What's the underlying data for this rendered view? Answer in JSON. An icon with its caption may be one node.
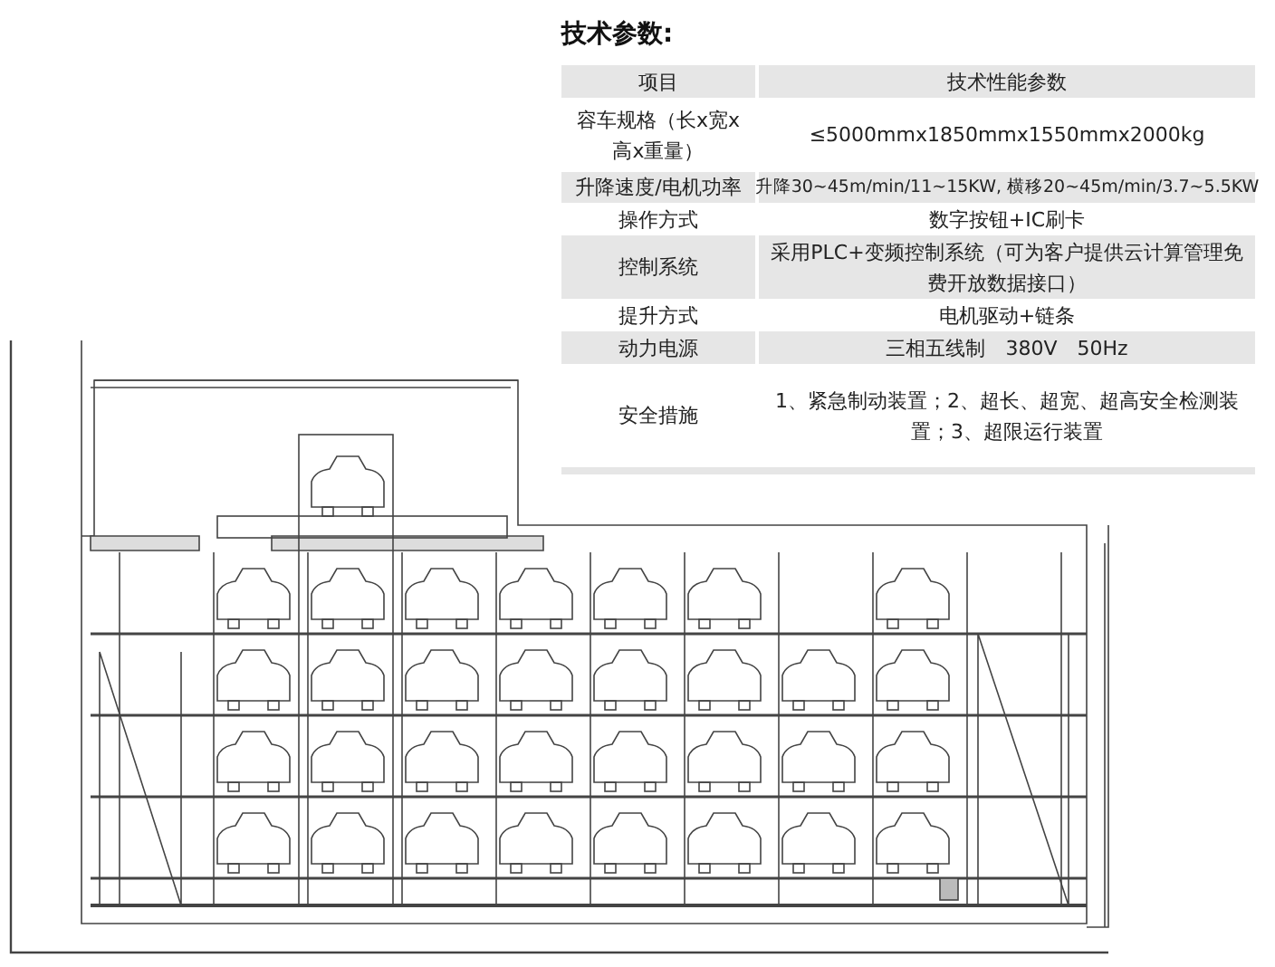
{
  "diagram": {
    "title": "技术参数:",
    "labels": [
      "项目",
      "技术性能参数",
      "容车规格（长x宽x高x重量）",
      "≤5000mmx1850mmx1550mmx2000kg",
      "升降速度/电机功率",
      "升降30~45m/min/11~15KW, 横移20~45m/min/3.7~5.5KW",
      "操作方式",
      "数字按钮+IC刷卡",
      "控制系统",
      "采用PLC+变频控制系统（可为客户提供云计算管理免费开放数据接口）",
      "提升方式",
      "电机驱动+链条",
      "动力电源",
      "三相五线制　380V　50Hz",
      "安全措施",
      "1、紧急制动装置；2、超长、超宽、超高安全检测装置；3、超限运行装置"
    ]
  }
}
